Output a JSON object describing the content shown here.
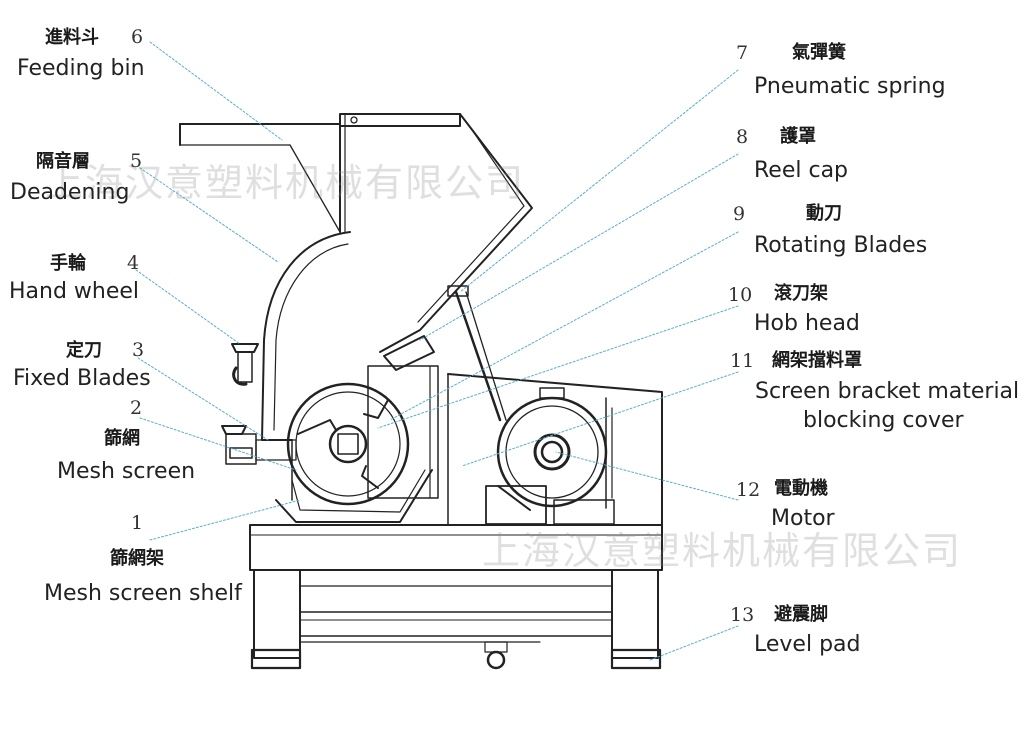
{
  "watermark": "上海汉意塑料机械有限公司",
  "colors": {
    "line": "#222222",
    "leader": "#5aaed0",
    "watermark": "#a0a0a0"
  },
  "parts": [
    {
      "number": "6",
      "zh": "進料斗",
      "en": "Feeding bin"
    },
    {
      "number": "5",
      "zh": "隔音層",
      "en": "Deadening"
    },
    {
      "number": "4",
      "zh": "手輪",
      "en": "Hand  wheel"
    },
    {
      "number": "3",
      "zh": "定刀",
      "en": "Fixed Blades"
    },
    {
      "number": "2",
      "zh": "篩網",
      "en": "Mesh screen"
    },
    {
      "number": "1",
      "zh": "篩網架",
      "en": "Mesh screen shelf"
    },
    {
      "number": "7",
      "zh": "氣彈簧",
      "en": "Pneumatic spring"
    },
    {
      "number": "8",
      "zh": "護罩",
      "en": "Reel cap"
    },
    {
      "number": "9",
      "zh": "動刀",
      "en": "Rotating Blades"
    },
    {
      "number": "10",
      "zh": "滾刀架",
      "en": "Hob head"
    },
    {
      "number": "11",
      "zh": "網架擋料罩",
      "en": "Screen bracket material",
      "en2": "blocking cover"
    },
    {
      "number": "12",
      "zh": "電動機",
      "en": "Motor"
    },
    {
      "number": "13",
      "zh": "避震脚",
      "en": "Level pad"
    }
  ]
}
